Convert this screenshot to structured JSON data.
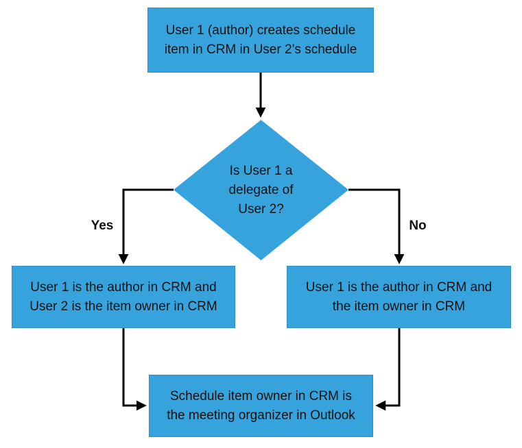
{
  "diagram": {
    "type": "flowchart",
    "colors": {
      "node_fill": "#36a3dc",
      "node_border": "#2f90c2",
      "line_color": "#000000",
      "text_color": "#111111",
      "background": "#ffffff"
    },
    "nodes": {
      "start": {
        "shape": "rectangle",
        "label": "User 1 (author) creates schedule\nitem in CRM in User 2’s schedule"
      },
      "decision": {
        "shape": "diamond",
        "label": "Is User 1 a\ndelegate of\nUser 2?"
      },
      "yes_outcome": {
        "shape": "rectangle",
        "label": "User 1 is the author in CRM and\nUser 2 is the item owner in CRM"
      },
      "no_outcome": {
        "shape": "rectangle",
        "label": "User 1 is the author in CRM and\nthe item owner in CRM"
      },
      "merge": {
        "shape": "rectangle",
        "label": "Schedule item owner in CRM is\nthe meeting organizer in Outlook"
      }
    },
    "edges": {
      "start_to_decision": {
        "label": ""
      },
      "decision_to_yes": {
        "label": "Yes"
      },
      "decision_to_no": {
        "label": "No"
      },
      "yes_to_merge": {
        "label": ""
      },
      "no_to_merge": {
        "label": ""
      }
    }
  }
}
